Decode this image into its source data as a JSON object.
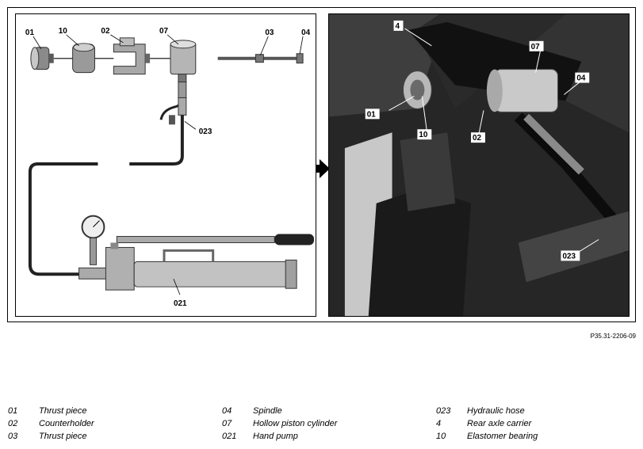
{
  "figure_ref": "P35.31-2206-09",
  "left_callouts": [
    "01",
    "10",
    "02",
    "07",
    "03",
    "04",
    "023",
    "021"
  ],
  "right_callouts": [
    "4",
    "07",
    "04",
    "01",
    "10",
    "02",
    "023"
  ],
  "legend": {
    "col1": [
      {
        "code": "01",
        "text": "Thrust piece"
      },
      {
        "code": "02",
        "text": "Counterholder"
      },
      {
        "code": "03",
        "text": "Thrust piece"
      }
    ],
    "col2": [
      {
        "code": "04",
        "text": "Spindle"
      },
      {
        "code": "07",
        "text": "Hollow piston cylinder"
      },
      {
        "code": "021",
        "text": "Hand pump"
      }
    ],
    "col3": [
      {
        "code": "023",
        "text": "Hydraulic hose"
      },
      {
        "code": "4",
        "text": "Rear axle carrier"
      },
      {
        "code": "10",
        "text": "Elastomer bearing"
      }
    ]
  }
}
